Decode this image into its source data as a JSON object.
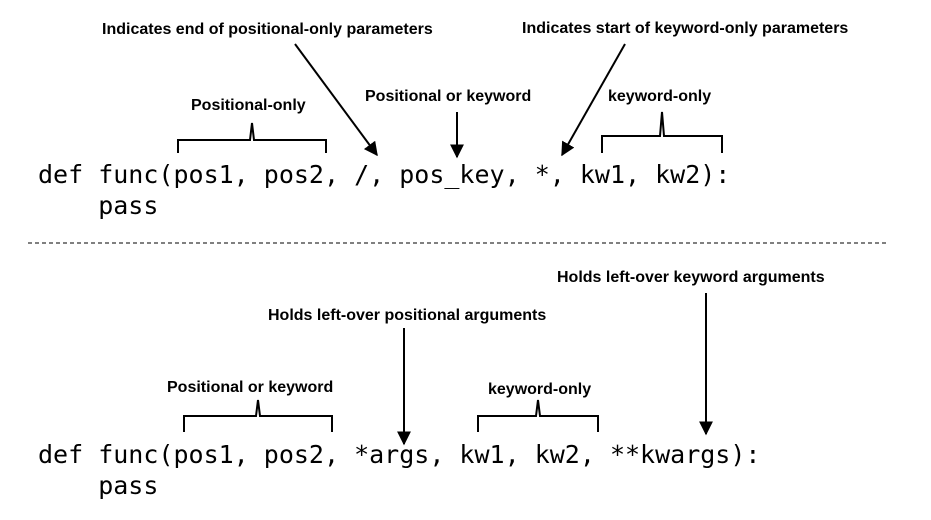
{
  "top": {
    "annotations": {
      "end_positional_only": "Indicates end of positional-only parameters",
      "start_keyword_only": "Indicates start of keyword-only parameters",
      "positional_only": "Positional-only",
      "positional_or_keyword": "Positional or keyword",
      "keyword_only": "keyword-only"
    },
    "code_line_1": "def func(pos1, pos2, /, pos_key, *, kw1, kw2):",
    "code_line_2": "    pass"
  },
  "bottom": {
    "annotations": {
      "leftover_keyword": "Holds left-over keyword arguments",
      "leftover_positional": "Holds left-over positional arguments",
      "positional_or_keyword": "Positional or keyword",
      "keyword_only": "keyword-only"
    },
    "code_line_1": "def func(pos1, pos2, *args, kw1, kw2, **kwargs):",
    "code_line_2": "    pass"
  }
}
